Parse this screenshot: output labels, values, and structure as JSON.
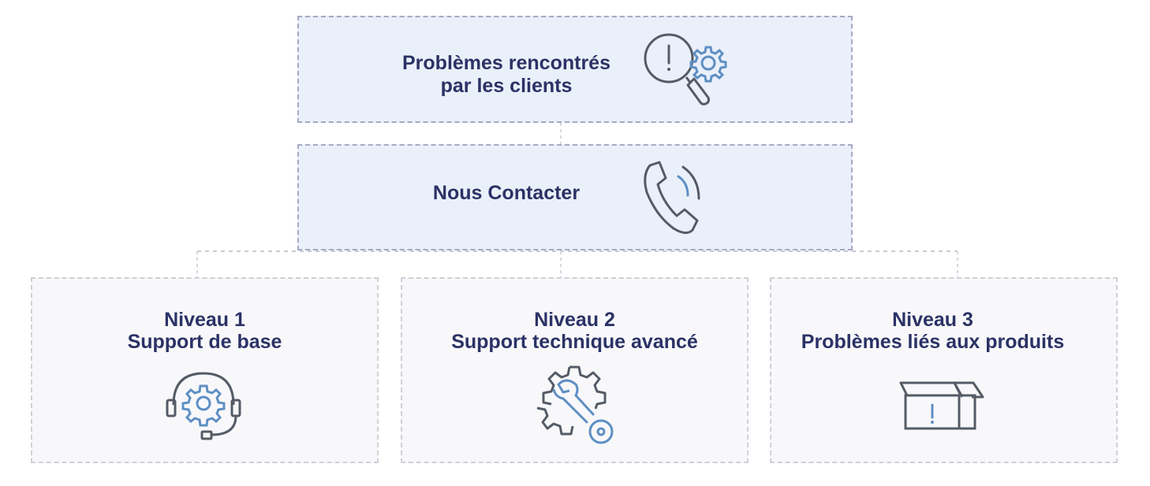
{
  "top": {
    "line1": "Problèmes rencontrés",
    "line2": "par les clients",
    "icon": "search-alert-gear-icon"
  },
  "contact": {
    "label": "Nous Contacter",
    "icon": "phone-icon"
  },
  "levels": [
    {
      "title": "Niveau 1",
      "subtitle": "Support de base",
      "icon": "headset-gear-icon"
    },
    {
      "title": "Niveau 2",
      "subtitle": "Support technique avancé",
      "icon": "wrench-gear-icon"
    },
    {
      "title": "Niveau 3",
      "subtitle": "Problèmes liés aux produits",
      "icon": "box-alert-icon"
    }
  ],
  "colors": {
    "text": "#2b3266",
    "accent": "#5e8fc4",
    "icon_dark": "#555b66",
    "box_fill": "#eaf0f9",
    "level_fill": "#f8f8fa"
  }
}
